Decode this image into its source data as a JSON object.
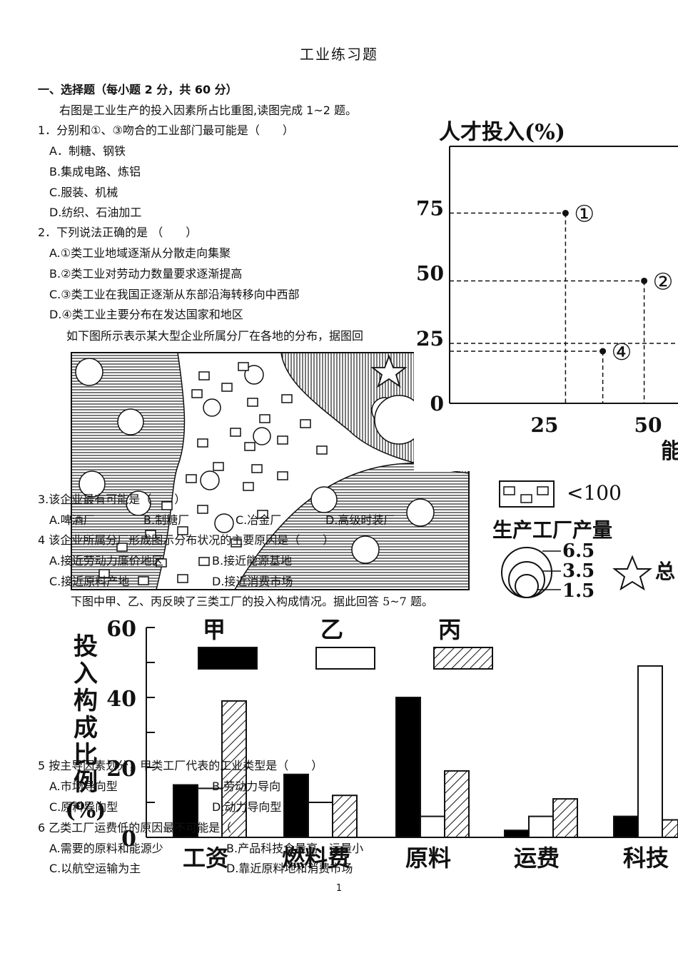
{
  "doc": {
    "title": "工业练习题",
    "section_heading": "一、选择题（每小题 2 分，共 60 分）",
    "intro1": "右图是工业生产的投入因素所占比重图,读图完成 1~2 题。",
    "q1": {
      "stem": "1．分别和①、③吻合的工业部门最可能是（　　）",
      "options": [
        "A．制糖、钢铁",
        "B.集成电路、炼铝",
        "C.服装、机械",
        "D.纺织、石油加工"
      ]
    },
    "q2": {
      "stem": "2．下列说法正确的是 （　　）",
      "options": [
        "A.①类工业地域逐渐从分散走向集聚",
        "B.②类工业对劳动力数量要求逐渐提高",
        "C.③类工业在我国正逐渐从东部沿海转移向中西部",
        "D.④类工业主要分布在发达国家和地区"
      ]
    },
    "intro2": "如下图所示表示某大型企业所属分厂在各地的分布，据图回",
    "q3": {
      "stem": "3.该企业最有可能是（　　）",
      "options": [
        "A.啤酒厂",
        "B.制糖厂",
        "C.冶金厂",
        "D.高级时装厂"
      ]
    },
    "q4": {
      "stem": "4  该企业所属分厂形成图示分布状况的主要原因是（　　）",
      "options": [
        "A.接近劳动力廉价地区",
        "B.接近能源基地",
        "C.接近原料产地",
        "D.接近消费市场"
      ]
    },
    "intro3": "下图中甲、乙、丙反映了三类工厂的投入构成情况。据此回答 5~7 题。",
    "q5": {
      "stem": "5  按主导因素划分，甲类工厂代表的工业类型是（　　）",
      "options": [
        "A.市场导向型",
        "B.劳动力导向",
        "C.原料导向型",
        "D.动力导向型"
      ]
    },
    "q6": {
      "stem": "6  乙类工厂运费低的原因最不可能是（",
      "options": [
        "A.需要的原料和能源少",
        "B.产品科技含量高、运量小",
        "C.以航空运输为主",
        "D.靠近原料地和消费市场"
      ]
    },
    "page_number": "1"
  },
  "scatter": {
    "ylabel": "人才投入(%)",
    "xlabel_partial": "能",
    "yticks": [
      "75",
      "50",
      "25",
      "0"
    ],
    "xticks": [
      "25",
      "50"
    ],
    "points": [
      {
        "label": "①",
        "x": 28,
        "y": 73
      },
      {
        "label": "②",
        "x": 47,
        "y": 47
      },
      {
        "label": "④",
        "x": 37,
        "y": 20
      }
    ],
    "extra_dashed_y": 23
  },
  "map_legend": {
    "small_factory": "<100",
    "production_title": "生产工厂产量",
    "circle_values": [
      "6.5",
      "3.5",
      "1.5"
    ],
    "hq_partial": "总"
  },
  "chart_data": {
    "type": "bar",
    "ylabel": "投入构成比例(%)",
    "ylim": [
      0,
      60
    ],
    "yticks": [
      "60",
      "40",
      "20",
      "0"
    ],
    "categories": [
      "工资",
      "燃料费",
      "原料",
      "运费",
      "科技"
    ],
    "series": [
      {
        "name": "甲",
        "values": [
          15,
          18,
          40,
          2,
          6
        ]
      },
      {
        "name": "乙",
        "values": [
          14,
          10,
          6,
          6,
          49
        ]
      },
      {
        "name": "丙",
        "values": [
          39,
          12,
          19,
          11,
          5
        ]
      }
    ],
    "colors": {
      "甲": "#000000",
      "乙": "#ffffff",
      "丙": "hatch"
    }
  }
}
